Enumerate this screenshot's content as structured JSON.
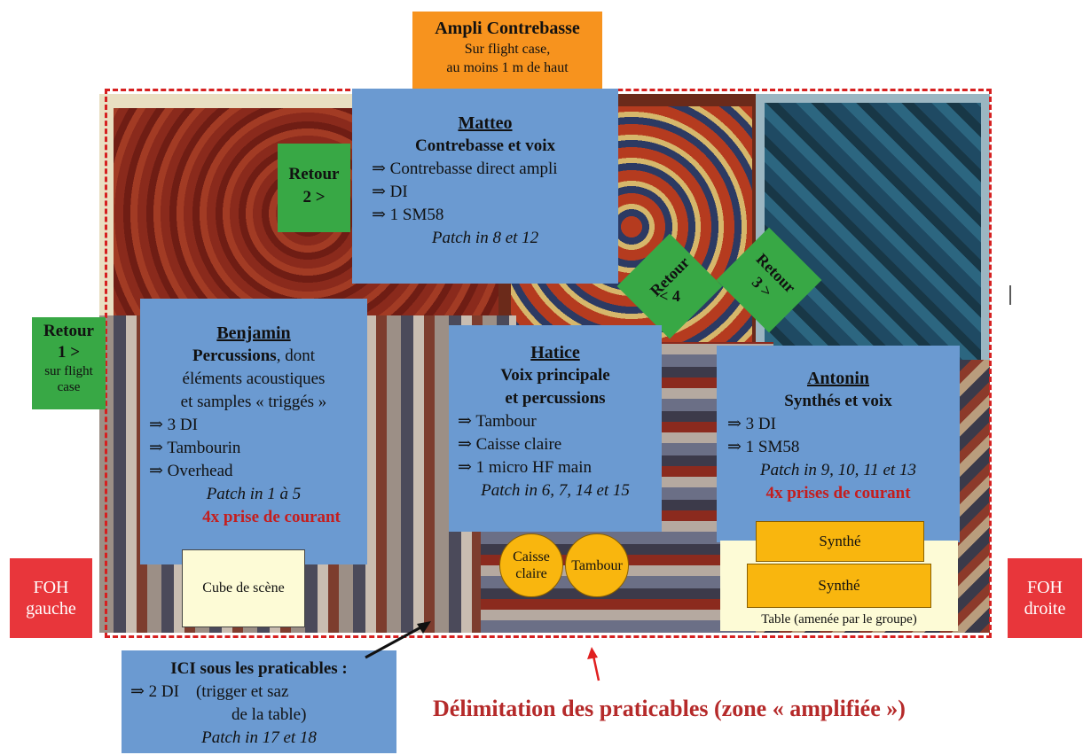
{
  "amp": {
    "title": "Ampli Contrebasse",
    "line1": "Sur flight case,",
    "line2": "au moins 1 m de haut"
  },
  "matteo": {
    "name": "Matteo",
    "role": "Contrebasse et voix",
    "items": [
      "⇒ Contrebasse direct ampli",
      "⇒ DI",
      "⇒ 1 SM58"
    ],
    "patch": "Patch in 8 et 12"
  },
  "benjamin": {
    "name": "Benjamin",
    "role_bold": "Percussions",
    "role_rest": ", dont",
    "desc1": "éléments acoustiques",
    "desc2": "et samples « triggés »",
    "items": [
      "⇒ 3 DI",
      "⇒ Tambourin",
      "⇒ Overhead"
    ],
    "patch": "Patch in 1 à 5",
    "power": "4x prise de courant"
  },
  "hatice": {
    "name": "Hatice",
    "role1": "Voix principale",
    "role2": "et percussions",
    "items": [
      "⇒ Tambour",
      "⇒ Caisse claire",
      "⇒ 1 micro HF main"
    ],
    "patch": "Patch in 6, 7, 14 et 15"
  },
  "antonin": {
    "name": "Antonin",
    "role": "Synthés et voix",
    "items": [
      "⇒ 3 DI",
      "⇒ 1 SM58"
    ],
    "patch": "Patch in 9, 10, 11 et 13",
    "power": "4x prises de courant"
  },
  "retours": {
    "r1": {
      "label": "Retour",
      "num": "1 >",
      "note1": "sur flight",
      "note2": "case"
    },
    "r2": {
      "label": "Retour",
      "num": "2 >"
    },
    "r3": {
      "label": "Retour",
      "num": "3 >"
    },
    "r4": {
      "label": "Retour",
      "num": "< 4"
    }
  },
  "foh": {
    "left1": "FOH",
    "left2": "gauche",
    "right1": "FOH",
    "right2": "droite"
  },
  "cube": "Cube de scène",
  "caisse": {
    "l1": "Caisse",
    "l2": "claire"
  },
  "tambour": "Tambour",
  "synth1": "Synthé",
  "synth2": "Synthé",
  "table": "Table (amenée par le groupe)",
  "ici": {
    "title": "ICI sous les praticables :",
    "item": "⇒ 2 DI    (trigger et saz",
    "item2": "de la table)",
    "patch": "Patch in 17 et 18"
  },
  "delim": "Délimitation des praticables (zone « amplifiée »)",
  "colors": {
    "blue": "#6b9ad1",
    "green": "#38a845",
    "orange": "#f7931e",
    "red": "#e8363b",
    "yellow": "#f9b60e",
    "dashed": "#d62020"
  }
}
